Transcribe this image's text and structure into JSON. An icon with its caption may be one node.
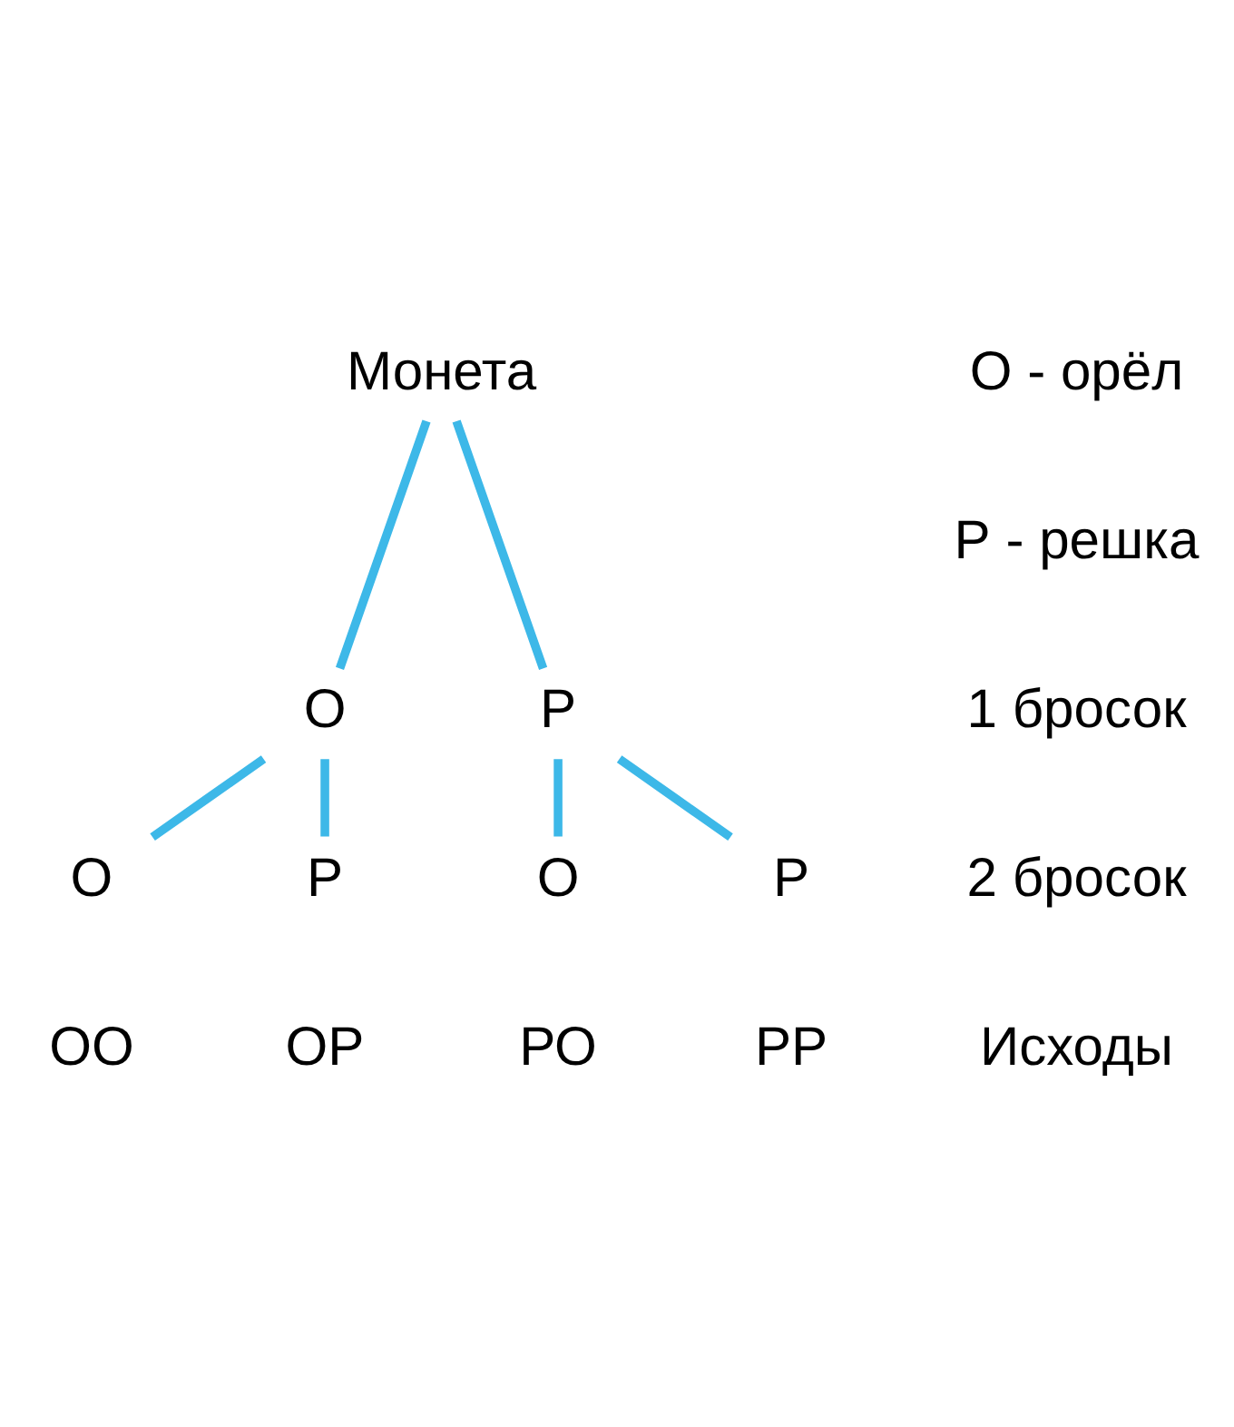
{
  "diagram": {
    "nodes": [
      {
        "text": [
          "Монета"
        ]
      },
      {
        "text": [
          "О"
        ]
      },
      {
        "text": [
          "Р"
        ]
      },
      {
        "text": [
          "О"
        ]
      },
      {
        "text": [
          "Р"
        ]
      },
      {
        "text": [
          "О"
        ]
      },
      {
        "text": [
          "Р"
        ]
      }
    ],
    "edges": [
      {
        "from": 0,
        "to": 1,
        "arrow": "none"
      },
      {
        "from": 0,
        "to": 2,
        "arrow": "none"
      },
      {
        "from": 1,
        "to": 3,
        "arrow": "none"
      },
      {
        "from": 1,
        "to": 4,
        "arrow": "none"
      },
      {
        "from": 2,
        "to": 5,
        "arrow": "none"
      },
      {
        "from": 2,
        "to": 6,
        "arrow": "none"
      }
    ],
    "labels": [
      "О - орёл",
      "Р - решка",
      "1 бросок",
      "2 бросок",
      "ОО",
      "ОР",
      "РО",
      "РР",
      "Исходы"
    ]
  }
}
